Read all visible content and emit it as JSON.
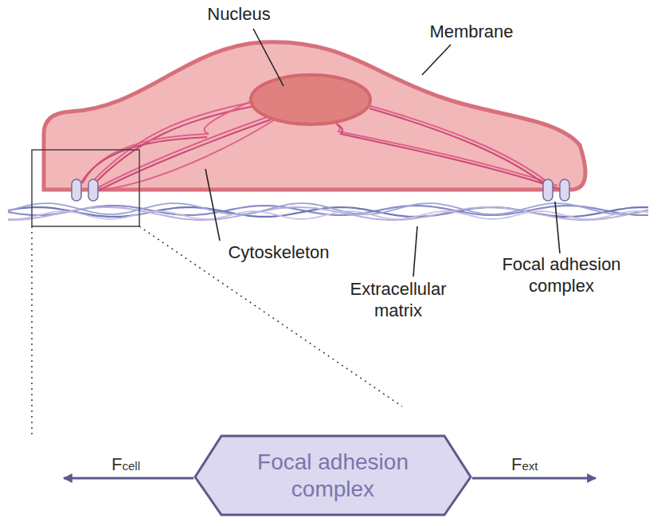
{
  "diagram": {
    "nodes": [
      {
        "text": [
          "Focal adhesion complex"
        ]
      }
    ],
    "labels": [
      "Nucleus",
      "Membrane",
      "Cytoskeleton",
      "Extracellular matrix",
      "Focal adhesion complex",
      "Fcell",
      "Fext"
    ]
  }
}
